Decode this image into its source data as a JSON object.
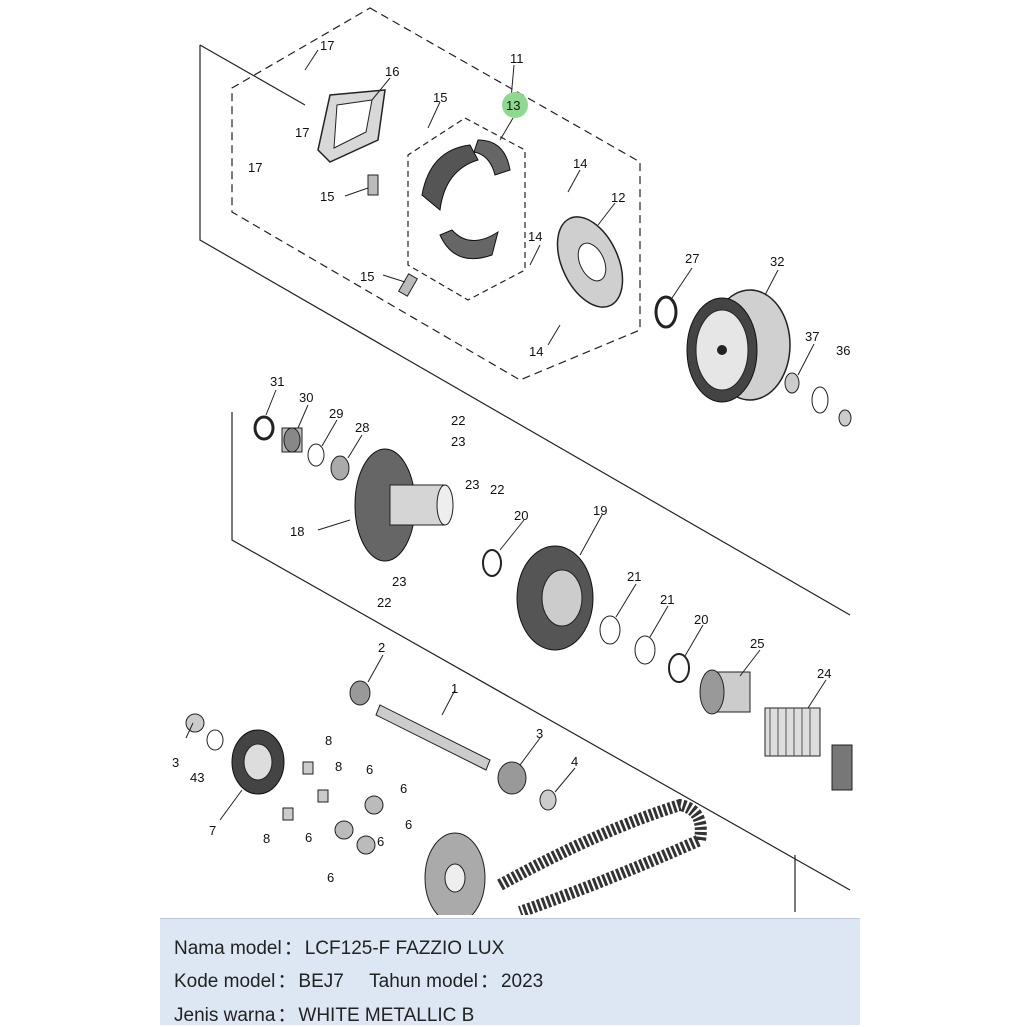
{
  "diagram": {
    "labels": {
      "l1": "1",
      "l2": "2",
      "l3": "3",
      "l4": "4",
      "l6a": "6",
      "l6b": "6",
      "l6c": "6",
      "l6d": "6",
      "l6e": "6",
      "l6f": "6",
      "l7": "7",
      "l8a": "8",
      "l8b": "8",
      "l8c": "8",
      "l11": "11",
      "l12": "12",
      "l13": "13",
      "l14a": "14",
      "l14b": "14",
      "l14c": "14",
      "l15a": "15",
      "l15b": "15",
      "l15c": "15",
      "l16": "16",
      "l17a": "17",
      "l17b": "17",
      "l17c": "17",
      "l18": "18",
      "l19": "19",
      "l20a": "20",
      "l20b": "20",
      "l21a": "21",
      "l21b": "21",
      "l22a": "22",
      "l22b": "22",
      "l22c": "22",
      "l23a": "23",
      "l23b": "23",
      "l23c": "23",
      "l24": "24",
      "l25": "25",
      "l27": "27",
      "l28": "28",
      "l29": "29",
      "l30": "30",
      "l31": "31",
      "l32": "32",
      "l36": "36",
      "l37": "37",
      "l43": "43",
      "l3cut": "3"
    },
    "highlight_color": "#8fd88f"
  },
  "info": {
    "model_name_label": "Nama model",
    "model_name_value": "LCF125-F FAZZIO LUX",
    "model_code_label": "Kode model",
    "model_code_value": "BEJ7",
    "model_year_label": "Tahun model",
    "model_year_value": "2023",
    "color_label": "Jenis warna",
    "color_value": "WHITE METALLIC B",
    "separator": "："
  }
}
